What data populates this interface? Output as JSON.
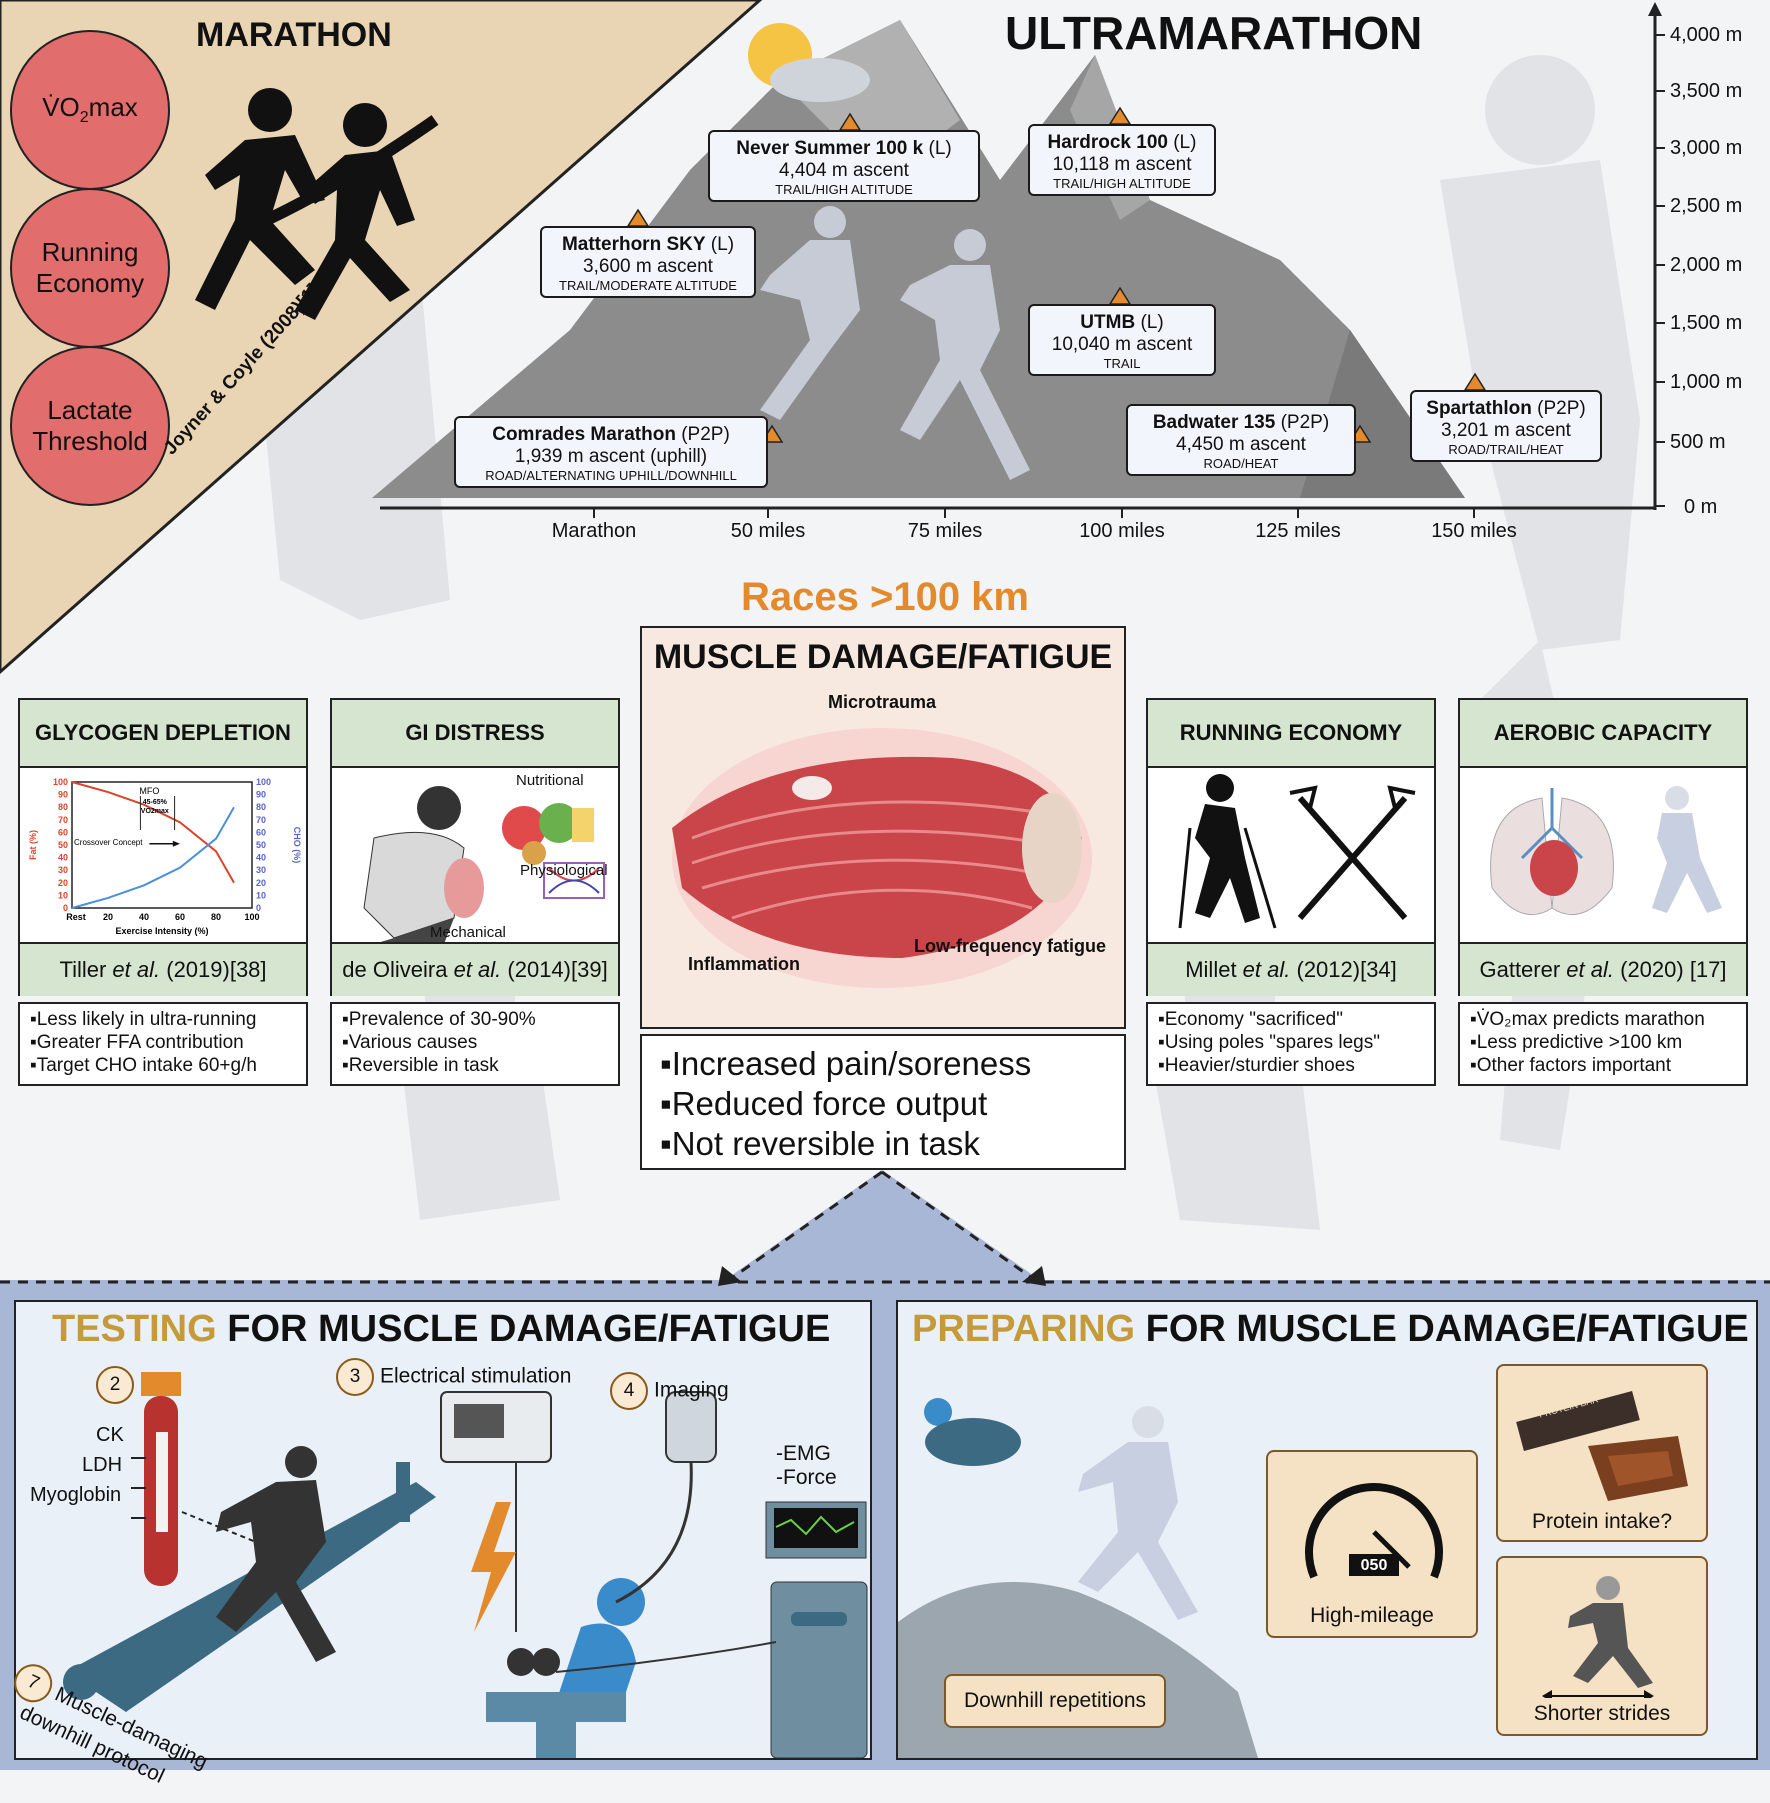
{
  "colors": {
    "marathon_bg": "#e9d5b3",
    "circle_red": "#e16d6d",
    "panel_green": "#d6e5cf",
    "accent_orange": "#e38b2c",
    "gold": "#c49a3a",
    "mountain": "#8c8c8c",
    "bottom_bg": "#a9b7d6",
    "box_bg": "#f2f6fc"
  },
  "marathon": {
    "title": "MARATHON",
    "circles": [
      {
        "main": "V̇O",
        "sub": "2",
        "tail": "max"
      },
      {
        "line1": "Running",
        "line2": "Economy"
      },
      {
        "line1": "Lactate",
        "line2": "Threshold"
      }
    ],
    "citation": "Joyner & Coyle (2008)[1]"
  },
  "ultra": {
    "title": "ULTRAMARATHON",
    "x_labels": [
      "Marathon",
      "50 miles",
      "75 miles",
      "100 miles",
      "125 miles",
      "150 miles"
    ],
    "y_labels": [
      "4,000 m",
      "3,500 m",
      "3,000 m",
      "2,500 m",
      "2,000 m",
      "1,500 m",
      "1,000 m",
      "500 m",
      "0 m"
    ],
    "races": [
      {
        "name": "Never Summer 100 k",
        "tag": " (L)",
        "ascent": "4,404 m ascent",
        "type": "TRAIL/HIGH ALTITUDE"
      },
      {
        "name": "Hardrock 100",
        "tag": " (L)",
        "ascent": "10,118 m ascent",
        "type": "TRAIL/HIGH ALTITUDE"
      },
      {
        "name": "Matterhorn SKY",
        "tag": " (L)",
        "ascent": "3,600 m ascent",
        "type": "TRAIL/MODERATE ALTITUDE"
      },
      {
        "name": "UTMB",
        "tag": " (L)",
        "ascent": "10,040 m ascent",
        "type": "TRAIL"
      },
      {
        "name": "Comrades Marathon",
        "tag": " (P2P)",
        "ascent": "1,939 m ascent (uphill)",
        "type": "ROAD/ALTERNATING UPHILL/DOWNHILL"
      },
      {
        "name": "Badwater 135",
        "tag": " (P2P)",
        "ascent": "4,450 m ascent",
        "type": "ROAD/HEAT"
      },
      {
        "name": "Spartathlon",
        "tag": " (P2P)",
        "ascent": "3,201 m ascent",
        "type": "ROAD/TRAIL/HEAT"
      }
    ]
  },
  "races_heading": "Races >100 km",
  "center": {
    "title": "MUSCLE DAMAGE/FATIGUE",
    "microtrauma": "Microtrauma",
    "inflammation": "Inflammation",
    "lowfreq": "Low-frequency fatigue",
    "bullets": [
      "▪Increased pain/soreness",
      "▪Reduced force output",
      "▪Not reversible in task"
    ]
  },
  "panels": [
    {
      "title": "GLYCOGEN DEPLETION",
      "cite_pre": "Tiller ",
      "cite_em": "et al.",
      "cite_post": " (2019)[38]",
      "bullets": [
        "▪Less likely in ultra-running",
        "▪Greater FFA contribution",
        "▪Target CHO intake 60+g/h"
      ]
    },
    {
      "title": "GI DISTRESS",
      "cite_pre": "de Oliveira ",
      "cite_em": "et al.",
      "cite_post": " (2014)[39]",
      "bullets": [
        "▪Prevalence of 30-90%",
        "▪Various causes",
        "▪Reversible in task"
      ],
      "labels": {
        "nutritional": "Nutritional",
        "physiological": "Physiological",
        "mechanical": "Mechanical"
      }
    },
    {
      "title": "RUNNING ECONOMY",
      "cite_pre": "Millet ",
      "cite_em": "et al.",
      "cite_post": " (2012)[34]",
      "bullets": [
        "▪Economy \"sacrificed\"",
        "▪Using poles \"spares legs\"",
        "▪Heavier/sturdier shoes"
      ]
    },
    {
      "title": "AEROBIC CAPACITY",
      "cite_pre": "Gatterer ",
      "cite_em": "et al.",
      "cite_post": " (2020) [17]",
      "bullets": [
        "▪V̇O₂max predicts marathon",
        "▪Less predictive >100 km",
        "▪Other factors important"
      ]
    }
  ],
  "chart_data": {
    "type": "line",
    "x_ticks": [
      "Rest",
      "20",
      "40",
      "60",
      "80",
      "100"
    ],
    "y_left_ticks": [
      "100",
      "90",
      "80",
      "70",
      "60",
      "50",
      "40",
      "30",
      "20",
      "10",
      "0"
    ],
    "y_right_ticks": [
      "100",
      "90",
      "80",
      "70",
      "60",
      "50",
      "40",
      "30",
      "20",
      "10",
      "0"
    ],
    "xlabel": "Exercise Intensity (%)",
    "ylabel_left": "Fat (%)",
    "ylabel_right": "CHO (%)",
    "annotations": [
      "MFO",
      "45-65%",
      "VO2max",
      "Crossover Concept"
    ],
    "series": [
      {
        "name": "Fat (%)",
        "color": "#d9442b",
        "x": [
          0,
          20,
          40,
          60,
          80,
          90
        ],
        "y": [
          100,
          92,
          82,
          68,
          45,
          20
        ]
      },
      {
        "name": "CHO (%)",
        "color": "#4a90d9",
        "x": [
          0,
          20,
          40,
          60,
          80,
          90
        ],
        "y": [
          0,
          8,
          18,
          32,
          55,
          80
        ]
      }
    ],
    "ylim": [
      0,
      100
    ],
    "xlim": [
      0,
      100
    ]
  },
  "testing": {
    "title_accent": "TESTING",
    "title_rest": " FOR MUSCLE DAMAGE/FATIGUE",
    "n2": "2",
    "markers": [
      "CK",
      "LDH",
      "Myoglobin"
    ],
    "n3": "3",
    "estim": "Electrical stimulation",
    "n4": "4",
    "imaging": "Imaging",
    "emg": "-EMG",
    "force": "-Force",
    "n7": "7",
    "downhill1": "Muscle-damaging",
    "downhill2": "downhill protocol"
  },
  "preparing": {
    "title_accent": "PREPARING",
    "title_rest": " FOR MUSCLE DAMAGE/FATIGUE",
    "downhill": "Downhill repetitions",
    "mileage": "High-mileage",
    "odometer": "050",
    "protein": "Protein intake?",
    "bar": "PROTEIN BAR",
    "strides": "Shorter strides"
  }
}
